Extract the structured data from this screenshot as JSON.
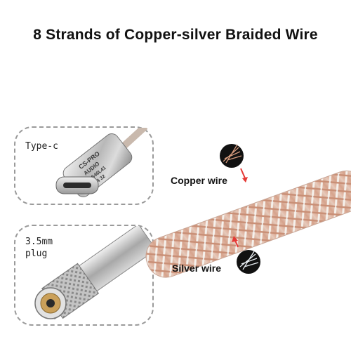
{
  "headline": "8 Strands of Copper-silver Braided Wire",
  "connectors": {
    "typec": {
      "label": "Type-c",
      "engraving": [
        "CS-PRO",
        "AUDIO",
        "CS46L41",
        "384 32"
      ]
    },
    "plug": {
      "label_line1": "3.5mm",
      "label_line2": "plug"
    }
  },
  "wires": {
    "copper": "Copper wire",
    "silver": "Silver wire"
  },
  "colors": {
    "copper": "#d9a38a",
    "silver": "#cfd6dc",
    "accent_arrow": "#e53935"
  }
}
